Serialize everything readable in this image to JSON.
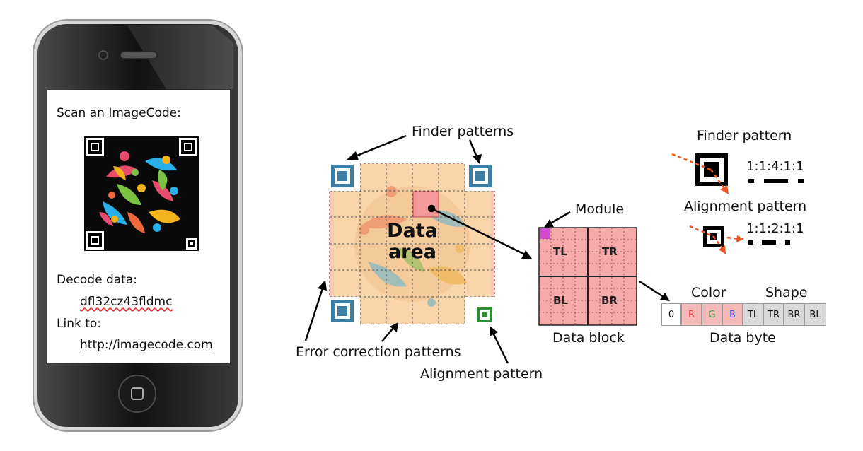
{
  "phone": {
    "scan_label": "Scan an ImageCode:",
    "decode_label": "Decode data:",
    "decode_value": "dfl32cz43fldmc",
    "link_label": "Link to:",
    "link_url": "http://imagecode.com"
  },
  "diagram": {
    "finder_patterns_label": "Finder patterns",
    "data_area_line1": "Data",
    "data_area_line2": "area",
    "error_correction_label": "Error correction patterns",
    "alignment_pattern_bottom_label": "Alignment pattern",
    "module_label": "Module",
    "data_block_label": "Data block",
    "block_quadrants": [
      "TL",
      "TR",
      "BL",
      "BR"
    ],
    "finder_pattern_label": "Finder pattern",
    "finder_ratio": "1:1:4:1:1",
    "alignment_pattern_label": "Alignment pattern",
    "alignment_ratio": "1:1:2:1:1",
    "color_label": "Color",
    "shape_label": "Shape",
    "data_byte_label": "Data byte",
    "byte_cells": [
      "0",
      "R",
      "G",
      "B",
      "TL",
      "TR",
      "BR",
      "BL"
    ]
  },
  "colors": {
    "finder_blue": "#3c7fa6",
    "alignment_green": "#2f8a3a",
    "data_area_fill": "#f8d7a8",
    "block_pink": "#f6a9a9",
    "module_magenta": "#d24ad2",
    "arrow_red": "#ee5522",
    "r_text": "#e83a2e",
    "g_text": "#34b534",
    "b_text": "#3a5ae8"
  }
}
